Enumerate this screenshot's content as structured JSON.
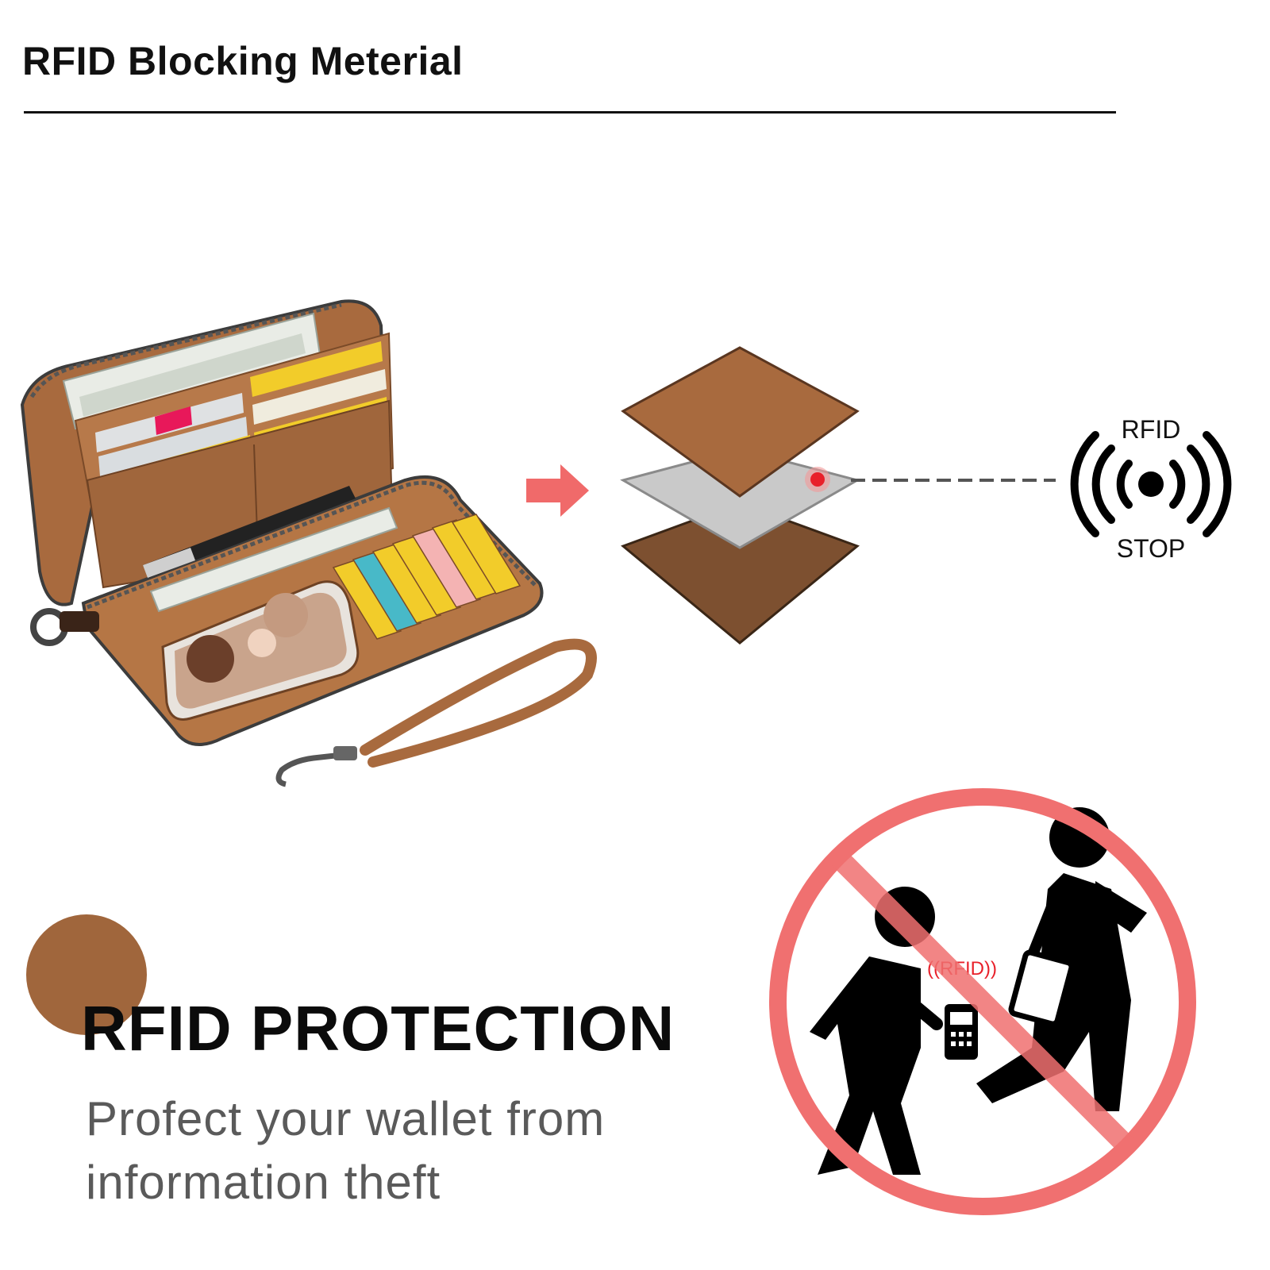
{
  "header": {
    "title": "RFID Blocking Meterial"
  },
  "rfid_badge": {
    "top_label": "RFID",
    "bottom_label": "STOP"
  },
  "theft_scene": {
    "reader_label": "((RFID))"
  },
  "protection": {
    "title": "RFID PROTECTION",
    "subtitle": "Profect your wallet from information theft"
  },
  "colors": {
    "leather": "#a0663c",
    "accent_dot": "#a0663c",
    "arrow": "#f06a6a",
    "prohibit": "#f07070",
    "signal_red": "#e8202a"
  },
  "icons": [
    "wallet-illustration",
    "right-arrow-icon",
    "material-layers-icon",
    "rfid-stop-icon",
    "no-theft-icon"
  ]
}
